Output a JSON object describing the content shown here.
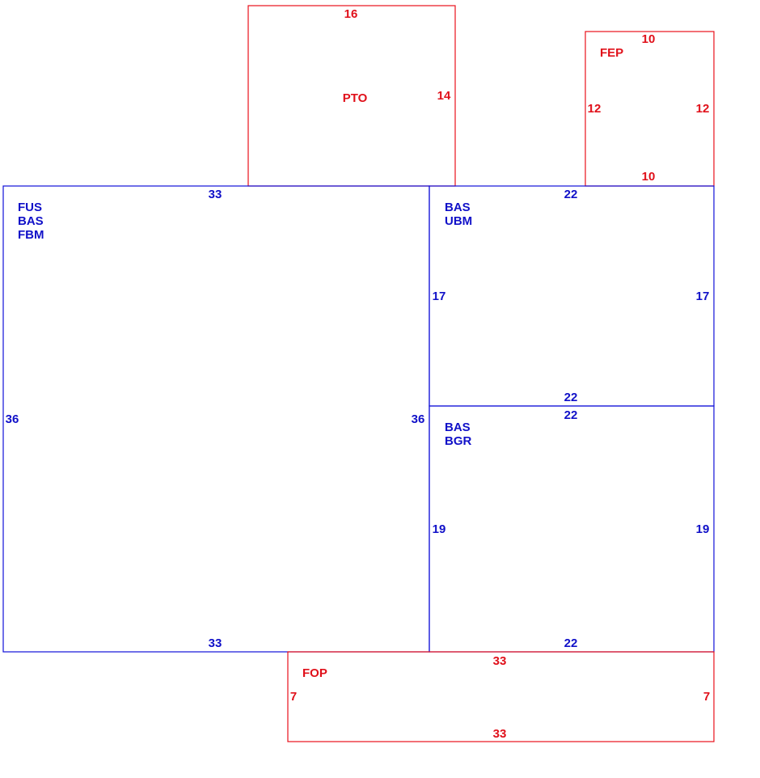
{
  "colors": {
    "red": "#e8101a",
    "blue": "#1010d8"
  },
  "areas": {
    "pto": {
      "name": "PTO",
      "top": "16",
      "right": "14"
    },
    "fep": {
      "name": "FEP",
      "top": "10",
      "left": "12",
      "right": "12",
      "bottom": "10"
    },
    "main": {
      "names": [
        "FUS",
        "BAS",
        "FBM"
      ],
      "top": "33",
      "left": "36",
      "right": "36",
      "bottom": "33"
    },
    "ubm": {
      "names": [
        "BAS",
        "UBM"
      ],
      "top": "22",
      "left": "17",
      "right": "17",
      "bottom": "22"
    },
    "bgr": {
      "names": [
        "BAS",
        "BGR"
      ],
      "top": "22",
      "left": "19",
      "right": "19",
      "bottom": "22"
    },
    "fop": {
      "name": "FOP",
      "top": "33",
      "left": "7",
      "right": "7",
      "bottom": "33"
    }
  }
}
